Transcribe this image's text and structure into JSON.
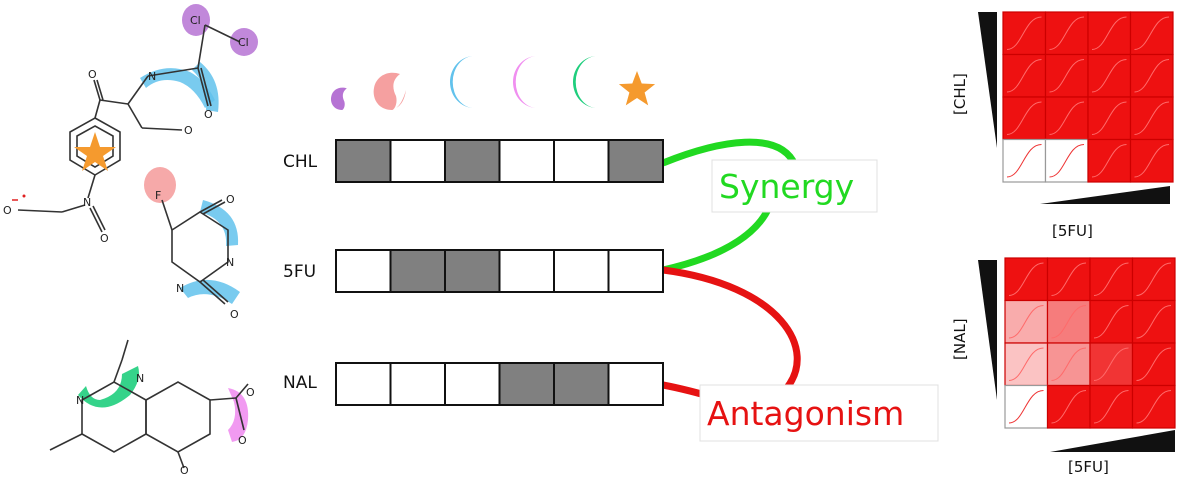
{
  "molecules": {
    "chl_atoms": [
      "O",
      "N",
      "Cl",
      "Cl",
      "O",
      "O",
      "O",
      "N"
    ],
    "fu_atoms": [
      "F",
      "O",
      "N",
      "N",
      "O"
    ],
    "nal_atoms": [
      "N",
      "N",
      "O",
      "O",
      "O"
    ]
  },
  "features": [
    "purple-drop",
    "pink-drop",
    "blue-crescent",
    "magenta-crescent",
    "green-crescent",
    "orange-star"
  ],
  "colors": {
    "purple": "#b673d4",
    "pink": "#f5a0a0",
    "blue": "#62c2ec",
    "magenta": "#f08ff0",
    "green": "#1fce7d",
    "orange": "#f59a2e",
    "filled_cell": "#808080",
    "synergy": "#21d921",
    "antagonism": "#e61212",
    "heatmap_red": "#ee1111"
  },
  "profiles": [
    {
      "drug": "CHL",
      "bits": [
        1,
        0,
        1,
        0,
        0,
        1
      ]
    },
    {
      "drug": "5FU",
      "bits": [
        0,
        1,
        1,
        0,
        0,
        0
      ]
    },
    {
      "drug": "NAL",
      "bits": [
        0,
        0,
        0,
        1,
        1,
        0
      ]
    }
  ],
  "interactions": {
    "synergy": "Synergy",
    "antagonism": "Antagonism"
  },
  "heatmaps": [
    {
      "ylabel": "[CHL]",
      "xlabel": "[5FU]",
      "opacity": [
        [
          1,
          1,
          1,
          1
        ],
        [
          1,
          1,
          1,
          1
        ],
        [
          1,
          1,
          1,
          1
        ],
        [
          0,
          0,
          1,
          1
        ]
      ]
    },
    {
      "ylabel": "[NAL]",
      "xlabel": "[5FU]",
      "opacity": [
        [
          1,
          1,
          1,
          1
        ],
        [
          0.35,
          0.55,
          1,
          1
        ],
        [
          0.25,
          0.45,
          0.85,
          1
        ],
        [
          0,
          1,
          1,
          1
        ]
      ]
    }
  ]
}
